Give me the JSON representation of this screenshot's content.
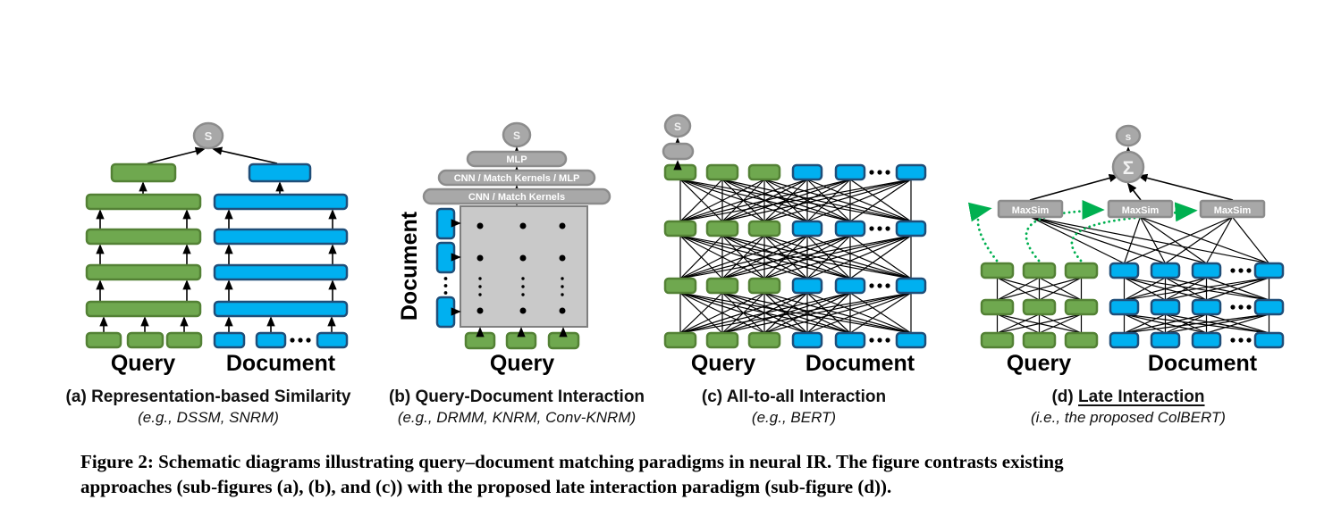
{
  "figure": {
    "panels": [
      {
        "id": "a",
        "score_label": "S",
        "query_label": "Query",
        "document_label": "Document",
        "caption": {
          "prefix": "(a)",
          "title": "Representation-based Similarity",
          "subtitle": "(e.g., DSSM, SNRM)"
        }
      },
      {
        "id": "b",
        "score_label": "S",
        "pills": [
          "MLP",
          "CNN  /  Match Kernels / MLP",
          "CNN  /  Match Kernels"
        ],
        "query_label": "Query",
        "document_label": "Document",
        "caption": {
          "prefix": "(b)",
          "title": "Query-Document Interaction",
          "subtitle": "(e.g., DRMM, KNRM, Conv-KNRM)"
        }
      },
      {
        "id": "c",
        "score_label": "S",
        "query_label": "Query",
        "document_label": "Document",
        "caption": {
          "prefix": "(c)",
          "title": "All-to-all Interaction",
          "subtitle": "(e.g., BERT)"
        }
      },
      {
        "id": "d",
        "score_label": "s",
        "sum_label": "Σ",
        "maxsim_labels": [
          "MaxSim",
          "MaxSim",
          "MaxSim"
        ],
        "query_label": "Query",
        "document_label": "Document",
        "caption": {
          "prefix": "(d)",
          "title": "Late Interaction",
          "subtitle": "(i.e., the proposed ColBERT)"
        }
      }
    ],
    "colors": {
      "query_green_fill": "#6fa84f",
      "query_green_border": "#538135",
      "document_blue_fill": "#00b0f0",
      "document_blue_border": "#1f4e79",
      "node_gray_fill": "#a8a8a8",
      "matrix_gray_fill": "#c9c9c9",
      "late_interaction_arrow_green": "#00b050",
      "wire_black": "#000000"
    }
  },
  "caption": {
    "line1": "Figure 2: Schematic diagrams illustrating query–document matching paradigms in neural IR. The figure contrasts existing",
    "line2": "approaches (sub-figures (a), (b), and (c)) with the proposed late interaction paradigm (sub-figure (d))."
  }
}
